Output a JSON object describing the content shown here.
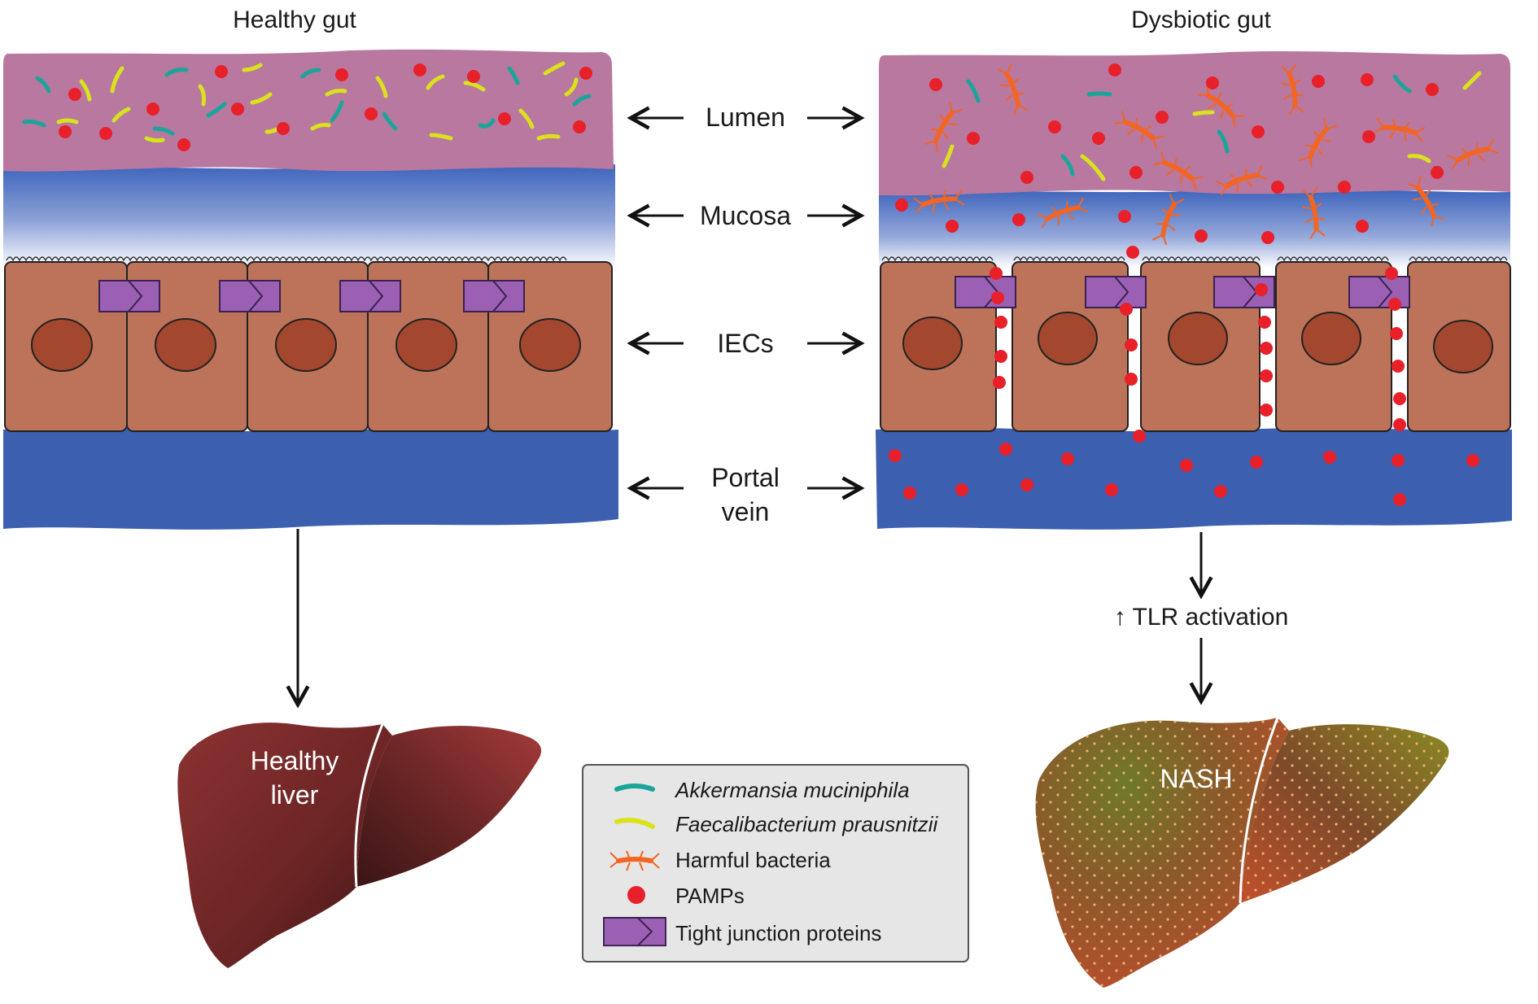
{
  "panels": {
    "healthy": {
      "title": "Healthy gut",
      "liver_label_line1": "Healthy",
      "liver_label_line2": "liver"
    },
    "dysbiotic": {
      "title": "Dysbiotic gut",
      "liver_label": "NASH",
      "mediator_label": "↑ TLR activation"
    }
  },
  "layers": {
    "lumen": "Lumen",
    "mucosa": "Mucosa",
    "iecs": "IECs",
    "portal_vein_line1": "Portal",
    "portal_vein_line2": "vein"
  },
  "legend": {
    "items": [
      {
        "label": "Akkermansia muciniphila",
        "italic": true,
        "icon": "teal-rod-bacterium-icon",
        "color": "#1aa59a"
      },
      {
        "label": "Faecalibacterium prausnitzii",
        "italic": true,
        "icon": "yellow-rod-bacterium-icon",
        "color": "#d9e21c"
      },
      {
        "label": "Harmful bacteria",
        "italic": false,
        "icon": "orange-flagellated-bacterium-icon",
        "color": "#f26522"
      },
      {
        "label": "PAMPs",
        "italic": false,
        "icon": "red-dot-icon",
        "color": "#e8202a"
      },
      {
        "label": "Tight junction proteins",
        "italic": false,
        "icon": "purple-junction-icon",
        "color": "#9b5fb3"
      }
    ]
  },
  "colors": {
    "lumen": "#b9789f",
    "mucosa_top": "#3d63bb",
    "cell": "#bd735a",
    "nucleus": "#a3472e",
    "portal": "#3c5fb0",
    "healthy_liver": "#7a2b2b",
    "nash_liver": "#8f5a2e"
  }
}
